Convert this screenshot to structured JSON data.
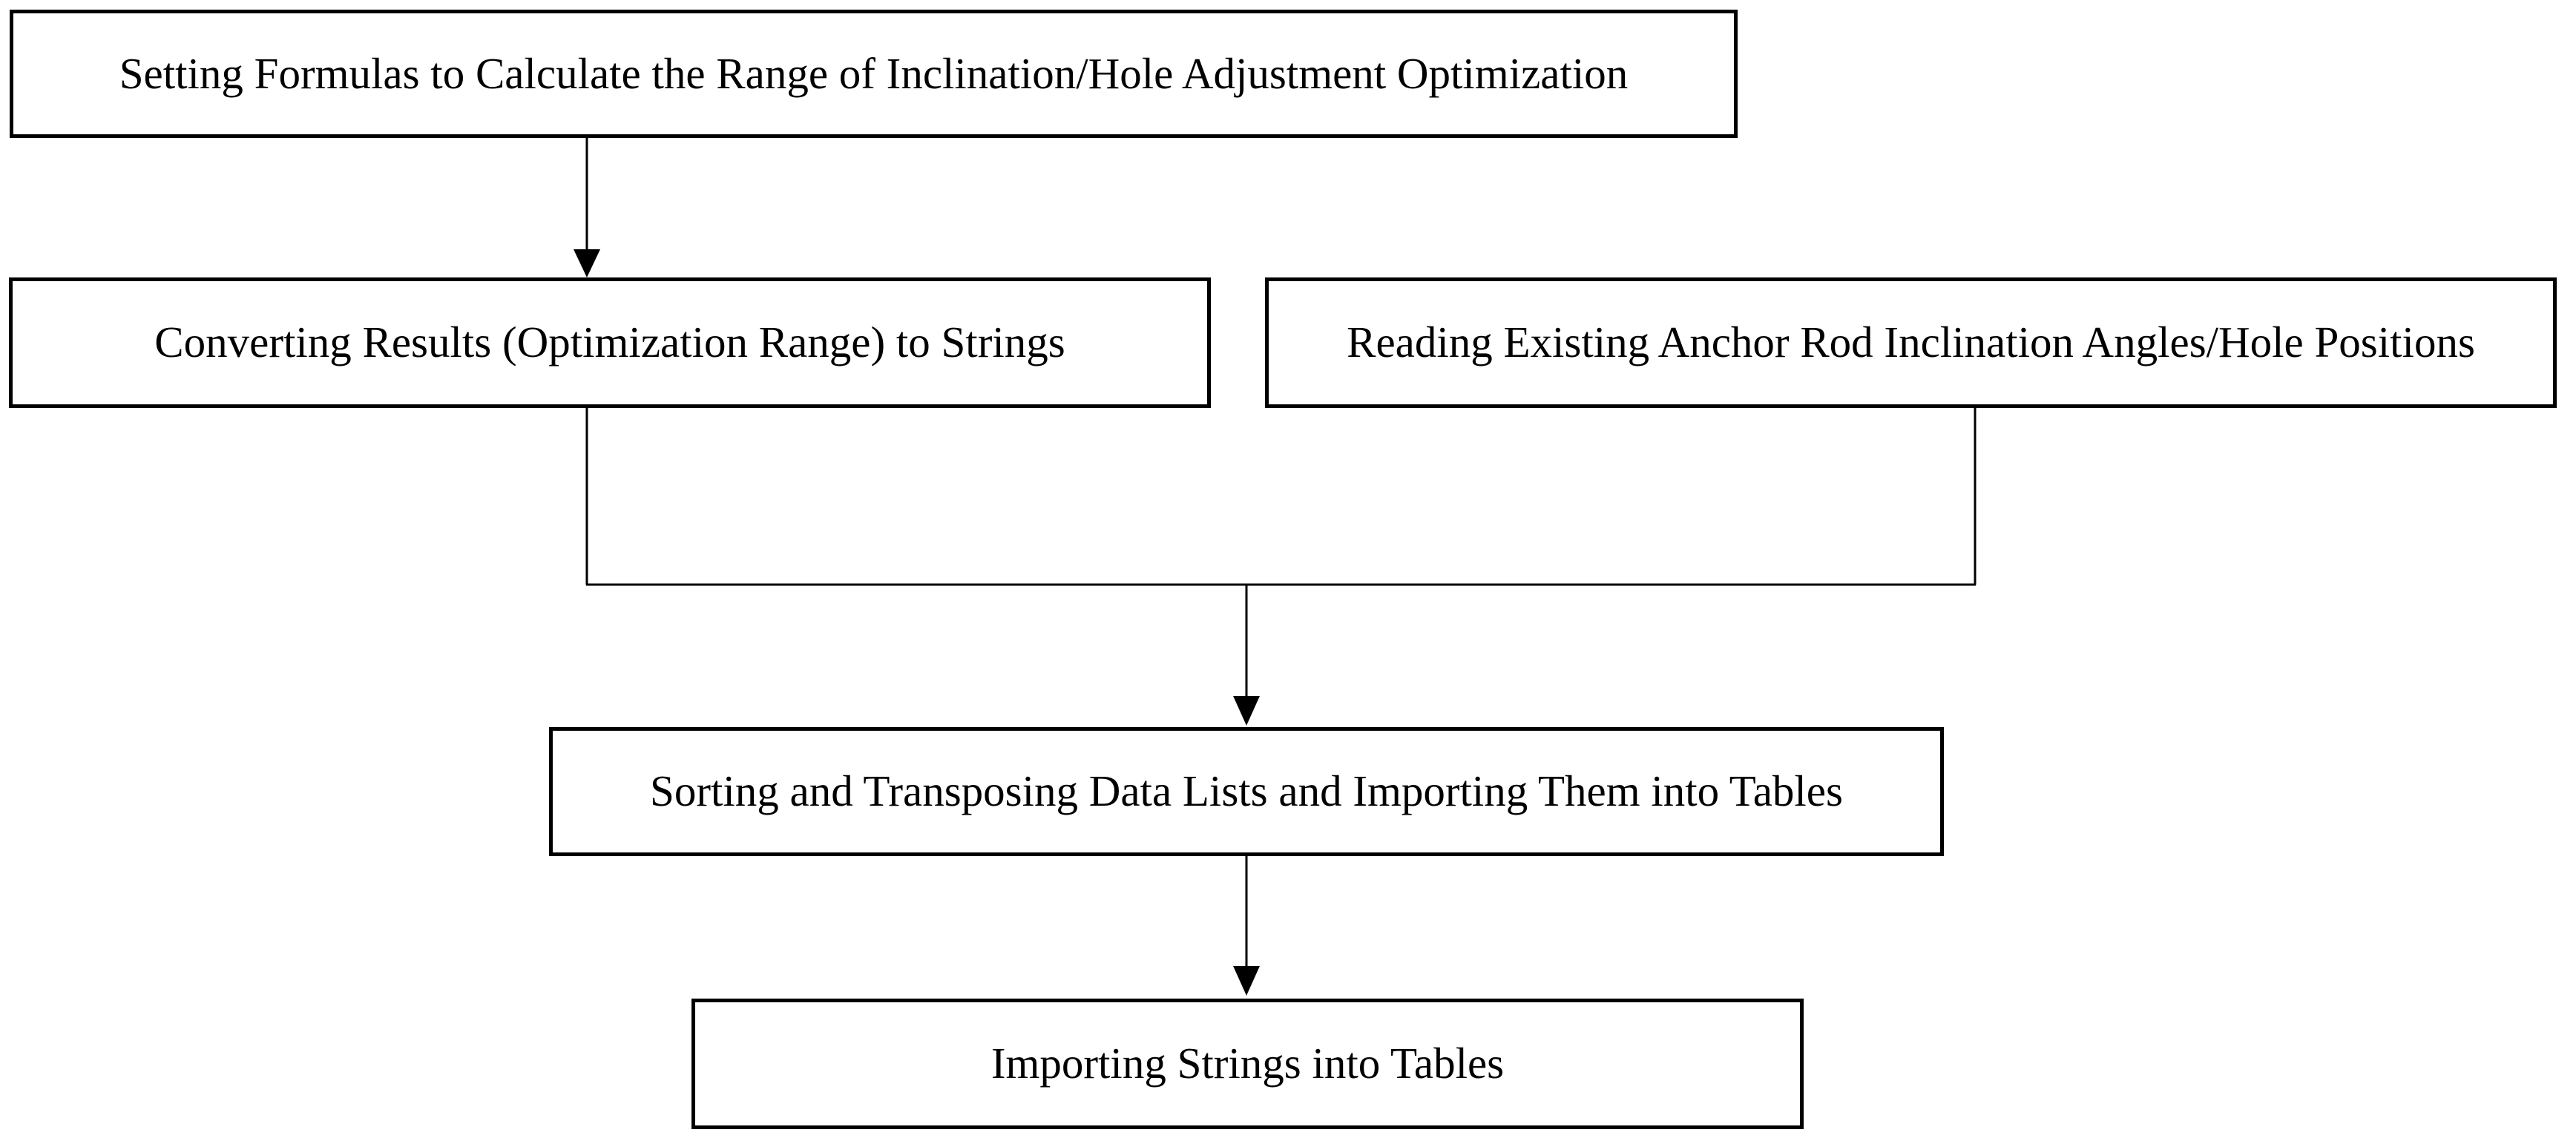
{
  "colors": {
    "background": "#ffffff",
    "box_border": "#000000",
    "box_fill": "#ffffff",
    "connector": "#000000",
    "text": "#000000"
  },
  "diagram": {
    "type": "flowchart",
    "nodes": [
      {
        "id": "setting-formulas",
        "label": "Setting Formulas to Calculate the Range of Inclination/Hole Adjustment Optimization"
      },
      {
        "id": "converting-results",
        "label": "Converting Results (Optimization Range) to Strings"
      },
      {
        "id": "reading-existing",
        "label": "Reading Existing Anchor Rod Inclination Angles/Hole Positions"
      },
      {
        "id": "sorting-transposing",
        "label": "Sorting and Transposing Data Lists and Importing Them into Tables"
      },
      {
        "id": "importing-strings",
        "label": "Importing Strings into Tables"
      }
    ],
    "edges": [
      {
        "from": "setting-formulas",
        "to": "converting-results"
      },
      {
        "from": "converting-results",
        "to": "sorting-transposing"
      },
      {
        "from": "reading-existing",
        "to": "sorting-transposing"
      },
      {
        "from": "sorting-transposing",
        "to": "importing-strings"
      }
    ]
  }
}
